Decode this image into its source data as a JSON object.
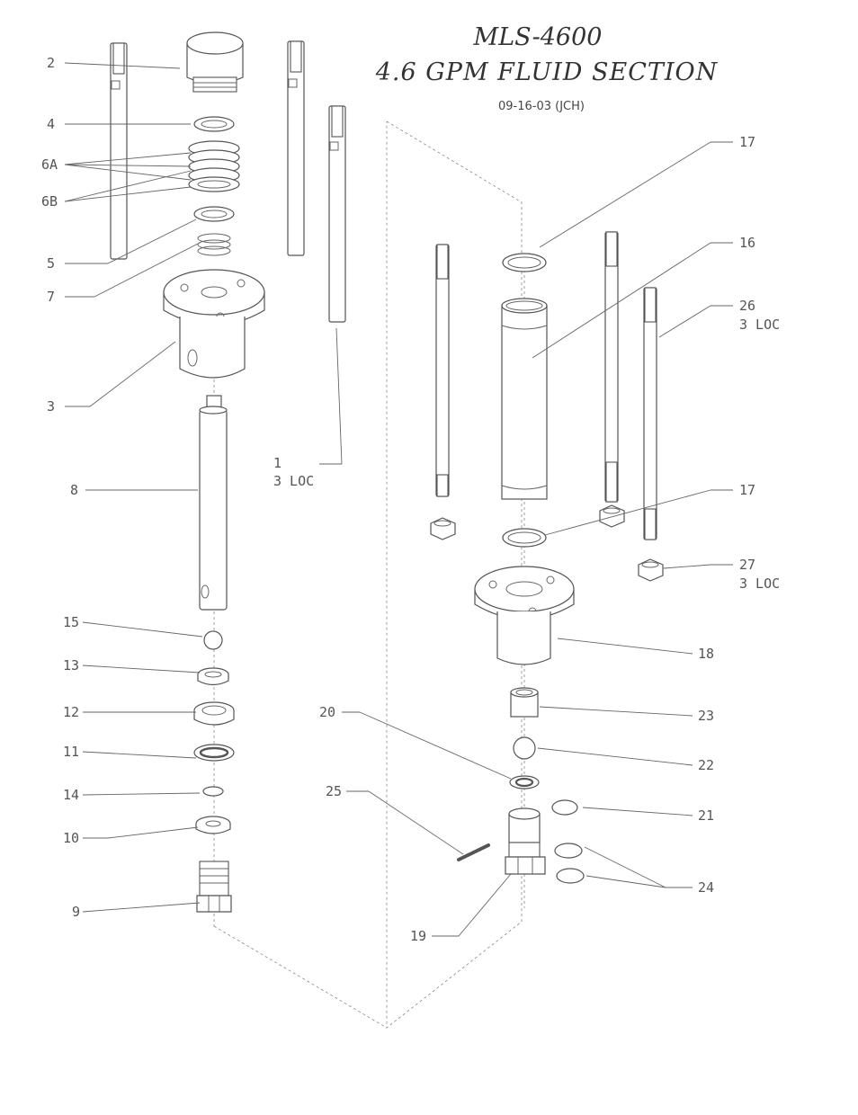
{
  "title": {
    "model": "MLS-4600",
    "section": "4.6 GPM FLUID SECTION",
    "date": "09-16-03 (JCH)"
  },
  "callouts": [
    {
      "id": "2",
      "text": "2"
    },
    {
      "id": "4",
      "text": "4"
    },
    {
      "id": "6A",
      "text": "6A"
    },
    {
      "id": "6B",
      "text": "6B"
    },
    {
      "id": "5",
      "text": "5"
    },
    {
      "id": "7",
      "text": "7"
    },
    {
      "id": "3",
      "text": "3"
    },
    {
      "id": "8",
      "text": "8"
    },
    {
      "id": "1",
      "text": "1",
      "note": "3 LOC"
    },
    {
      "id": "15",
      "text": "15"
    },
    {
      "id": "13",
      "text": "13"
    },
    {
      "id": "12",
      "text": "12"
    },
    {
      "id": "11",
      "text": "11"
    },
    {
      "id": "14",
      "text": "14"
    },
    {
      "id": "10",
      "text": "10"
    },
    {
      "id": "9",
      "text": "9"
    },
    {
      "id": "17a",
      "text": "17"
    },
    {
      "id": "16",
      "text": "16"
    },
    {
      "id": "26",
      "text": "26",
      "note": "3 LOC"
    },
    {
      "id": "17b",
      "text": "17"
    },
    {
      "id": "27",
      "text": "27",
      "note": "3 LOC"
    },
    {
      "id": "18",
      "text": "18"
    },
    {
      "id": "20",
      "text": "20"
    },
    {
      "id": "23",
      "text": "23"
    },
    {
      "id": "22",
      "text": "22"
    },
    {
      "id": "25",
      "text": "25"
    },
    {
      "id": "21",
      "text": "21"
    },
    {
      "id": "24",
      "text": "24"
    },
    {
      "id": "19",
      "text": "19"
    }
  ]
}
